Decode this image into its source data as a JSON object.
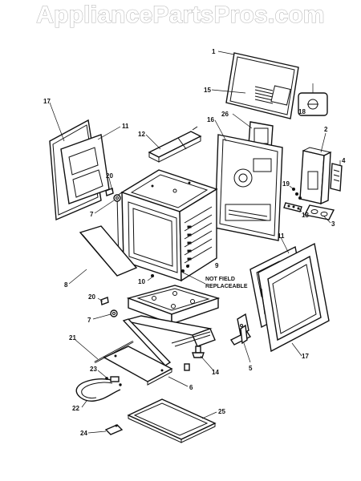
{
  "watermark": "AppliancePartsPros.com",
  "callouts": [
    {
      "id": "1",
      "text": "1"
    },
    {
      "id": "2",
      "text": "2"
    },
    {
      "id": "3",
      "text": "3"
    },
    {
      "id": "4",
      "text": "4"
    },
    {
      "id": "5",
      "text": "5"
    },
    {
      "id": "6",
      "text": "6"
    },
    {
      "id": "7a",
      "text": "7"
    },
    {
      "id": "7b",
      "text": "7"
    },
    {
      "id": "8",
      "text": "8"
    },
    {
      "id": "9",
      "text": "9"
    },
    {
      "id": "10",
      "text": "10"
    },
    {
      "id": "11a",
      "text": "11"
    },
    {
      "id": "11b",
      "text": "11"
    },
    {
      "id": "12",
      "text": "12"
    },
    {
      "id": "13",
      "text": "13"
    },
    {
      "id": "14",
      "text": "14"
    },
    {
      "id": "15",
      "text": "15"
    },
    {
      "id": "16",
      "text": "16"
    },
    {
      "id": "17a",
      "text": "17"
    },
    {
      "id": "17b",
      "text": "17"
    },
    {
      "id": "18",
      "text": "18"
    },
    {
      "id": "19",
      "text": "19"
    },
    {
      "id": "20a",
      "text": "20"
    },
    {
      "id": "20b",
      "text": "20"
    },
    {
      "id": "21",
      "text": "21"
    },
    {
      "id": "22",
      "text": "22"
    },
    {
      "id": "23",
      "text": "23"
    },
    {
      "id": "24",
      "text": "24"
    },
    {
      "id": "25",
      "text": "25"
    },
    {
      "id": "26",
      "text": "26"
    }
  ],
  "note": {
    "line1": "NOT FIELD",
    "line2": "REPLACEABLE"
  }
}
